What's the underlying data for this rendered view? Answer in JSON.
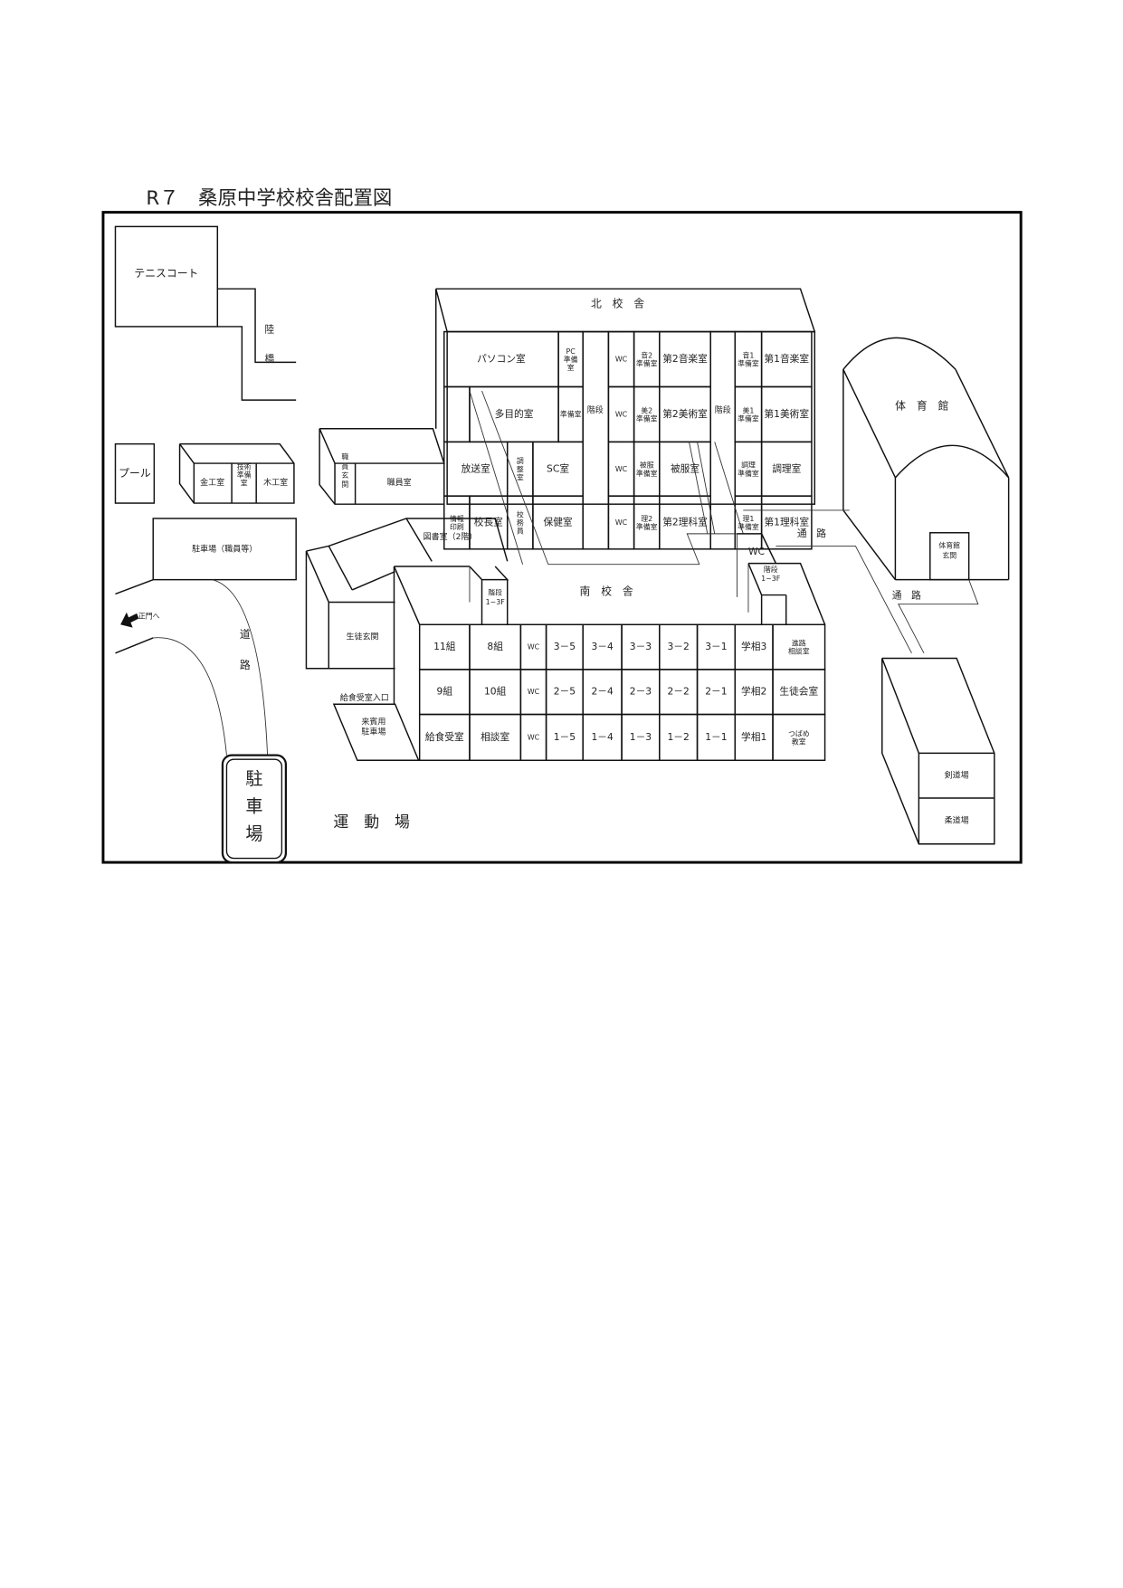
{
  "title": "R７　桑原中学校校舎配置図",
  "outside": {
    "tennis": "テニスコート",
    "bridge_1": "陸",
    "bridge_2": "橋",
    "pool": "プール",
    "metalwork": "金工室",
    "tech_prep": "技術\n準備\n室",
    "woodwork": "木工室",
    "staff_parking": "駐車場（職員等）",
    "main_gate": "正門へ",
    "road_1": "道",
    "road_2": "路",
    "parking_sign": [
      "駐",
      "車",
      "場"
    ],
    "field": "運　動　場",
    "passage_1": "通　路",
    "passage_2": "通　路"
  },
  "staff_wing": {
    "entrance": "職\n員\n玄\n関",
    "staff_room": "職員室"
  },
  "north": {
    "title": "北　校　舎",
    "stairs_left": "階段",
    "stairs_right": "階段",
    "left_rows": [
      [
        "パソコン室",
        "PC\n準備\n室"
      ],
      [
        "",
        "多目的室",
        "準備室"
      ],
      [
        "放送室",
        "調\n整\n室",
        "SC室"
      ],
      [
        "情報\n印刷",
        "校長室",
        "校\n務\n員",
        "保健室"
      ]
    ],
    "right_rows": [
      [
        "WC",
        "音2\n準備室",
        "第2音楽室",
        "音1\n準備室",
        "第1音楽室"
      ],
      [
        "WC",
        "美2\n準備室",
        "第2美術室",
        "美1\n準備室",
        "第1美術室"
      ],
      [
        "WC",
        "被服\n準備室",
        "被服室",
        "調理\n準備室",
        "調理室"
      ],
      [
        "WC",
        "理2\n準備室",
        "第2理科室",
        "理1\n準備室",
        "第1理科室"
      ]
    ]
  },
  "library": "図書室（2階）",
  "south": {
    "title": "南　校　舎",
    "stairs_left": "階段\n1~3F",
    "stairs_right": "階段\n1~3F",
    "wc_top": "WC",
    "student_entrance": "生徒玄関",
    "lunch_entrance": "給食受室入口",
    "guest_parking": "来賓用\n駐車場",
    "rows": [
      [
        "11組",
        "8組",
        "WC",
        "3－5",
        "3－4",
        "3－3",
        "3－2",
        "3－1",
        "学相3",
        "進路\n相談室"
      ],
      [
        "9組",
        "10組",
        "WC",
        "2－5",
        "2－4",
        "2－3",
        "2－2",
        "2－1",
        "学相2",
        "生徒会室"
      ],
      [
        "給食受室",
        "相談室",
        "WC",
        "1－5",
        "1－4",
        "1－3",
        "1－2",
        "1－1",
        "学相1",
        "つばめ\n教室"
      ]
    ]
  },
  "gym": {
    "name": "体　育　館",
    "entrance": "体育館\n玄関"
  },
  "budokan": {
    "kendo": "剣道場",
    "judo": "柔道場"
  }
}
